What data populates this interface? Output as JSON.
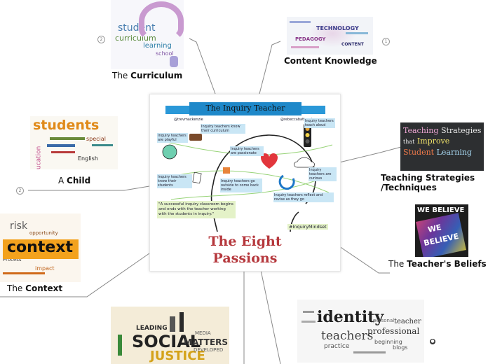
{
  "center": {
    "title_line1": "The Eight",
    "title_line2": "Passions",
    "banner": "The Inquiry Teacher",
    "handle_left": "@trevmackenzie",
    "handle_right": "@rebeccabathurst",
    "hashtag": "#InquiryMindset",
    "quote": "\"A successful inquiry classroom begins and ends with the teacher working with the students in inquiry.\"",
    "notes": [
      "Inquiry teachers are playful",
      "Inquiry teachers know their curriculum",
      "Inquiry teachers are passionate",
      "Inquiry teachers know their students",
      "Inquiry teachers go outside to come back inside",
      "Inquiry teachers teach aloud",
      "Inquiry teachers are curious",
      "Inquiry teachers reflect and revise as they go"
    ]
  },
  "nodes": {
    "curriculum": {
      "prefix": "The ",
      "bold": "Curriculum",
      "badge": "2"
    },
    "content_knowledge": {
      "prefix": "",
      "bold": "Content Knowledge",
      "badge": "1"
    },
    "teaching_strategies": {
      "line1": "Teaching Strategies",
      "line2": "/Techniques"
    },
    "child": {
      "prefix": "A ",
      "bold": "Child",
      "badge": "2"
    },
    "context": {
      "prefix": "The ",
      "bold": "Context"
    },
    "teachers_beliefs": {
      "prefix": "The ",
      "bold": "Teacher's Beliefs"
    }
  },
  "wordclouds": {
    "curriculum": [
      "student",
      "curriculum",
      "learning",
      "school"
    ],
    "content": [
      "TECHNOLOGY",
      "PEDAGOGY",
      "CONTENT"
    ],
    "strategies": [
      "Teaching",
      "Strategies",
      "that",
      "Improve",
      "Student",
      "Learning"
    ],
    "students": [
      "students",
      "English",
      "special",
      "education"
    ],
    "context": [
      "context",
      "risk",
      "opportunity",
      "Process",
      "impact"
    ],
    "beliefs": [
      "WE BELIEVE",
      "WE",
      "BELIEVE"
    ],
    "social": [
      "LEADING",
      "SOCIAL",
      "MATTERS",
      "JUSTICE",
      "MEDIA",
      "DEVELOPED"
    ],
    "identity": [
      "identity",
      "teachers",
      "professional",
      "teacher",
      "practice",
      "personal",
      "beginning",
      "blogs"
    ]
  },
  "colors": {
    "accent_red": "#b5373c",
    "banner_blue": "#1e88c9",
    "link_gray": "#8a8a8a",
    "note_blue": "#c9e6f5"
  }
}
